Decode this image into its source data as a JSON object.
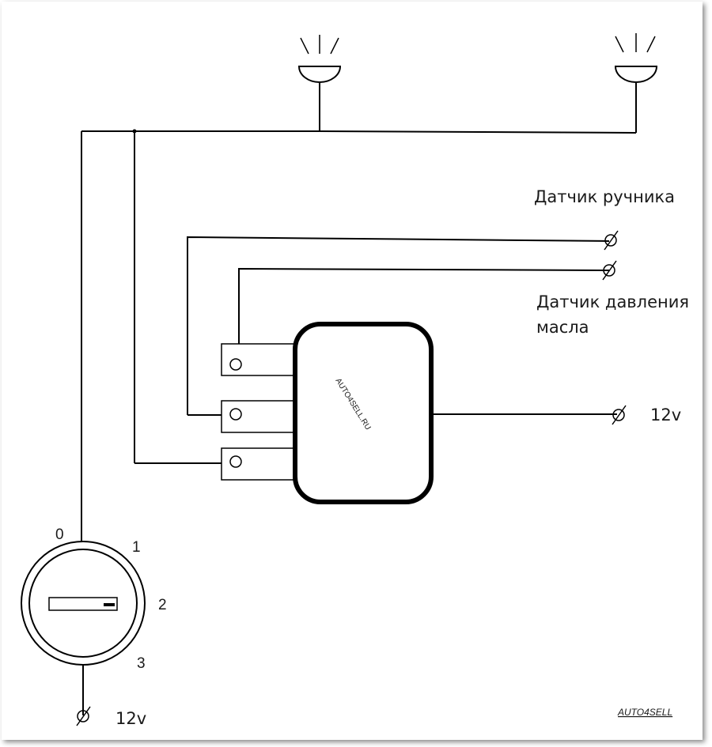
{
  "labels": {
    "handbrake_sensor": "Датчик ручника",
    "oil_pressure_sensor_line1": "Датчик давления",
    "oil_pressure_sensor_line2": "масла",
    "relay_power": "12v",
    "ignition_power": "12v"
  },
  "ignition_switch": {
    "positions": [
      "0",
      "1",
      "2",
      "3"
    ]
  },
  "watermark": "AUTO4SELL.RU",
  "brand_link": "AUTO4SELL"
}
